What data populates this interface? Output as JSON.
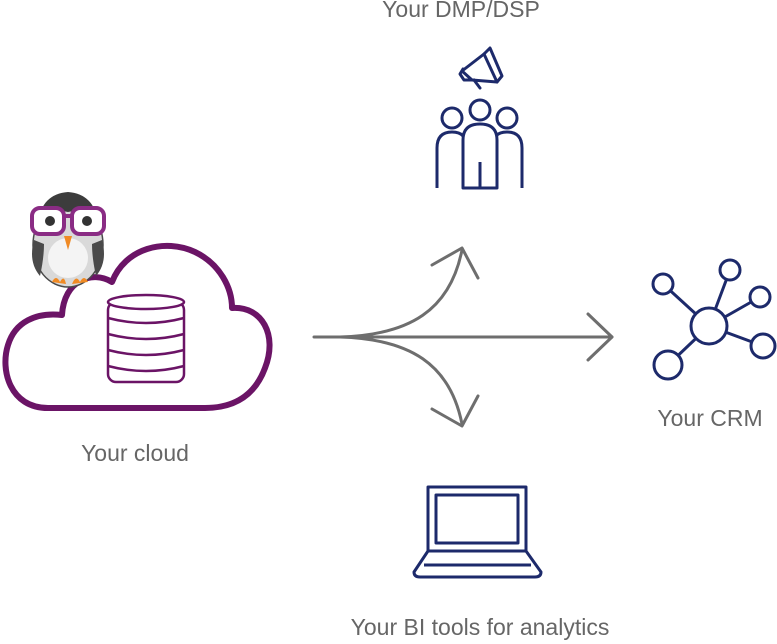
{
  "nodes": {
    "dmp": {
      "label": "Your DMP/DSP"
    },
    "cloud": {
      "label": "Your cloud"
    },
    "crm": {
      "label": "Your CRM"
    },
    "bi": {
      "label": "Your BI tools for analytics"
    }
  },
  "colors": {
    "label_text": "#666666",
    "icon_navy": "#1d2a6b",
    "cloud_purple": "#6b1466",
    "arrow_gray": "#6e6e6e",
    "owl_dark": "#4a4a4a",
    "owl_light": "#d9d9d9",
    "owl_glasses": "#8a2c84",
    "owl_beak": "#f08a24"
  },
  "icons": {
    "megaphone": "megaphone-icon",
    "audience": "people-group-icon",
    "cloud": "cloud-icon",
    "database": "database-icon",
    "network": "network-hub-icon",
    "laptop": "laptop-icon",
    "mascot": "owl-mascot"
  }
}
